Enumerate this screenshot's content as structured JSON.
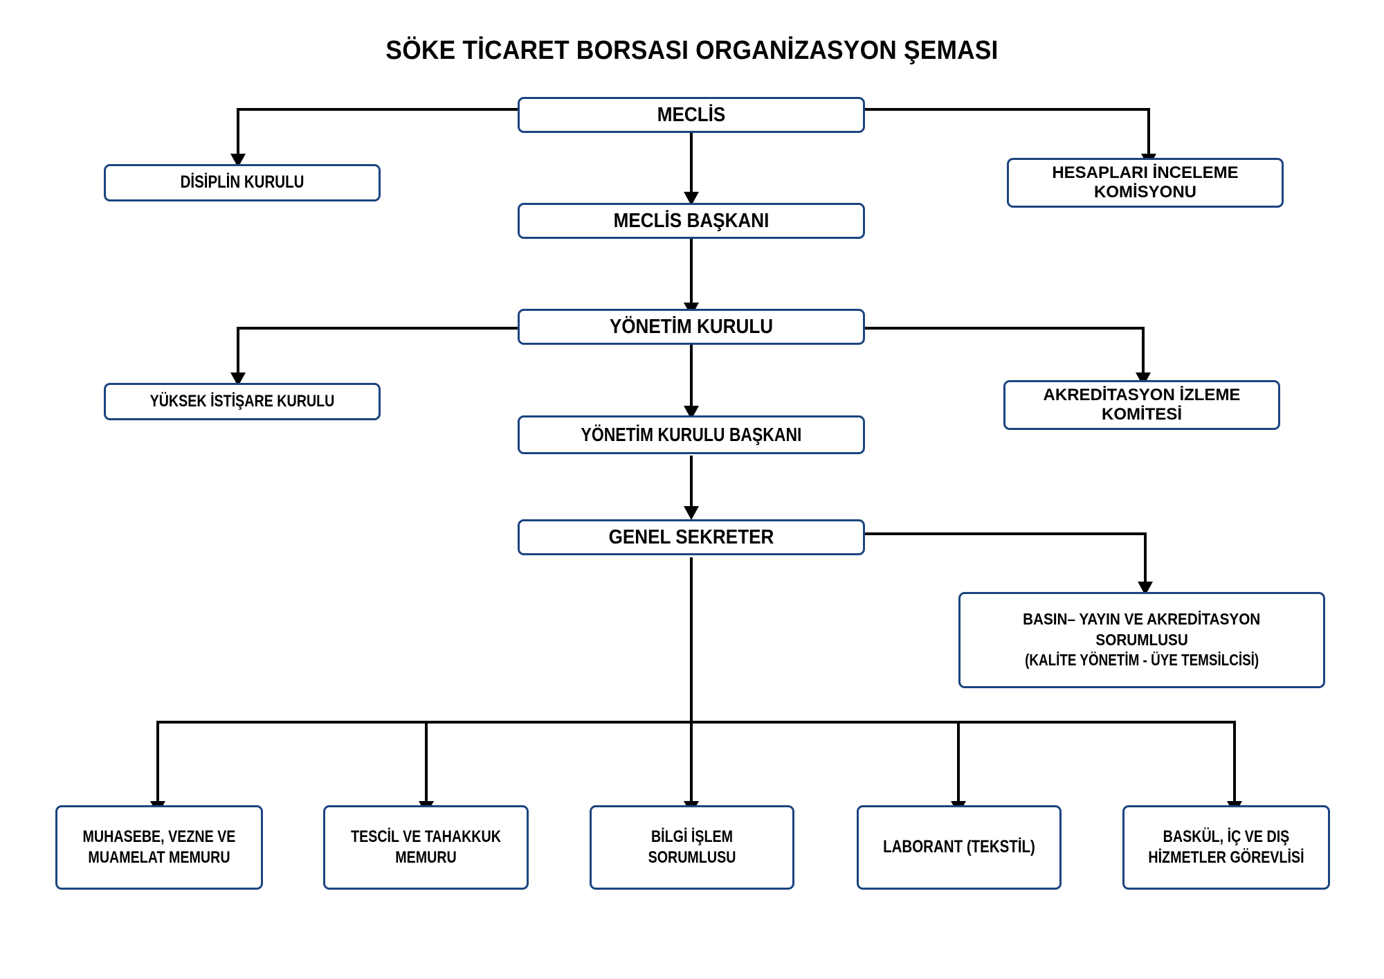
{
  "page": {
    "title": "SÖKE TİCARET BORSASI ORGANİZASYON ŞEMASI",
    "accent_color": "#1B4480",
    "line_color": "#000000",
    "background": "#FFFFFF"
  },
  "chart_data": {
    "type": "diagram",
    "diagram_type": "organizational-chart",
    "title": "SÖKE TİCARET BORSASI ORGANİZASYON ŞEMASI",
    "orientation": "top-down",
    "nodes": [
      {
        "id": "meclis",
        "label": "MECLİS",
        "level": 1
      },
      {
        "id": "disiplin-kurulu",
        "label": "DİSİPLİN KURULU",
        "level": 2
      },
      {
        "id": "hesaplari-inceleme-komisyonu",
        "label": "HESAPLARI İNCELEME KOMİSYONU",
        "line1": "HESAPLARI İNCELEME",
        "line2": "KOMİSYONU",
        "level": 2
      },
      {
        "id": "meclis-baskani",
        "label": "MECLİS BAŞKANI",
        "level": 2
      },
      {
        "id": "yonetim-kurulu",
        "label": "YÖNETİM KURULU",
        "level": 3
      },
      {
        "id": "yuksek-istisare-kurulu",
        "label": "YÜKSEK İSTİŞARE KURULU",
        "level": 4
      },
      {
        "id": "akreditasyon-izleme-komitesi",
        "label": "AKREDİTASYON İZLEME KOMİTESİ",
        "line1": "AKREDİTASYON İZLEME",
        "line2": "KOMİTESİ",
        "level": 4
      },
      {
        "id": "yonetim-kurulu-baskani",
        "label": "YÖNETİM KURULU BAŞKANI",
        "level": 4
      },
      {
        "id": "genel-sekreter",
        "label": "GENEL SEKRETER",
        "level": 5
      },
      {
        "id": "basin-yayin-akreditasyon-sorumlusu",
        "label": "BASIN– YAYIN VE AKREDİTASYON SORUMLUSU (KALİTE YÖNETİM - ÜYE TEMSİLCİSİ)",
        "line1": "BASIN– YAYIN VE AKREDİTASYON",
        "line2": "SORUMLUSU",
        "line3": "(KALİTE YÖNETİM - ÜYE TEMSİLCİSİ)",
        "level": 6
      },
      {
        "id": "muhasebe-vezne-muamelat-memuru",
        "label": "MUHASEBE, VEZNE VE MUAMELAT MEMURU",
        "line1": "MUHASEBE, VEZNE VE",
        "line2": "MUAMELAT MEMURU",
        "level": 6
      },
      {
        "id": "tescil-tahakkuk-memuru",
        "label": "TESCİL VE TAHAKKUK MEMURU",
        "line1": "TESCİL VE TAHAKKUK",
        "line2": "MEMURU",
        "level": 6
      },
      {
        "id": "bilgi-islem-sorumlusu",
        "label": "BİLGİ İŞLEM SORUMLUSU",
        "line1": "BİLGİ İŞLEM",
        "line2": "SORUMLUSU",
        "level": 6
      },
      {
        "id": "laborant-tekstil",
        "label": "LABORANT (TEKSTİL)",
        "level": 6
      },
      {
        "id": "baskul-ic-dis-hizmetler-gorevlisi",
        "label": "BASKÜL, İÇ VE DIŞ HİZMETLER GÖREVLİSİ",
        "line1": "BASKÜL, İÇ VE DIŞ",
        "line2": "HİZMETLER GÖREVLİSİ",
        "level": 6
      }
    ],
    "edges": [
      {
        "from": "meclis",
        "to": "disiplin-kurulu",
        "style": "elbow-left"
      },
      {
        "from": "meclis",
        "to": "hesaplari-inceleme-komisyonu",
        "style": "elbow-right"
      },
      {
        "from": "meclis",
        "to": "meclis-baskani",
        "style": "straight-down"
      },
      {
        "from": "meclis-baskani",
        "to": "yonetim-kurulu",
        "style": "straight-down"
      },
      {
        "from": "yonetim-kurulu",
        "to": "yuksek-istisare-kurulu",
        "style": "elbow-left"
      },
      {
        "from": "yonetim-kurulu",
        "to": "akreditasyon-izleme-komitesi",
        "style": "elbow-right"
      },
      {
        "from": "yonetim-kurulu",
        "to": "yonetim-kurulu-baskani",
        "style": "straight-down"
      },
      {
        "from": "yonetim-kurulu-baskani",
        "to": "genel-sekreter",
        "style": "straight-down"
      },
      {
        "from": "genel-sekreter",
        "to": "basin-yayin-akreditasyon-sorumlusu",
        "style": "elbow-right"
      },
      {
        "from": "genel-sekreter",
        "to": "muhasebe-vezne-muamelat-memuru",
        "style": "bus-down"
      },
      {
        "from": "genel-sekreter",
        "to": "tescil-tahakkuk-memuru",
        "style": "bus-down"
      },
      {
        "from": "genel-sekreter",
        "to": "bilgi-islem-sorumlusu",
        "style": "bus-down"
      },
      {
        "from": "genel-sekreter",
        "to": "laborant-tekstil",
        "style": "bus-down"
      },
      {
        "from": "genel-sekreter",
        "to": "baskul-ic-dis-hizmetler-gorevlisi",
        "style": "bus-down"
      }
    ]
  }
}
